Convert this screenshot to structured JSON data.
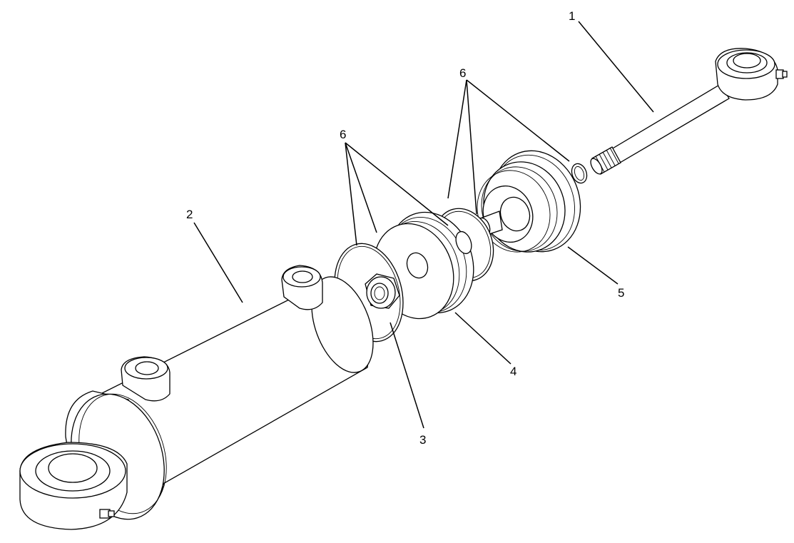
{
  "callouts": {
    "rod": "1",
    "barrel": "2",
    "nut": "3",
    "piston": "4",
    "head": "5",
    "seals_piston": "6",
    "seals_head": "6"
  }
}
